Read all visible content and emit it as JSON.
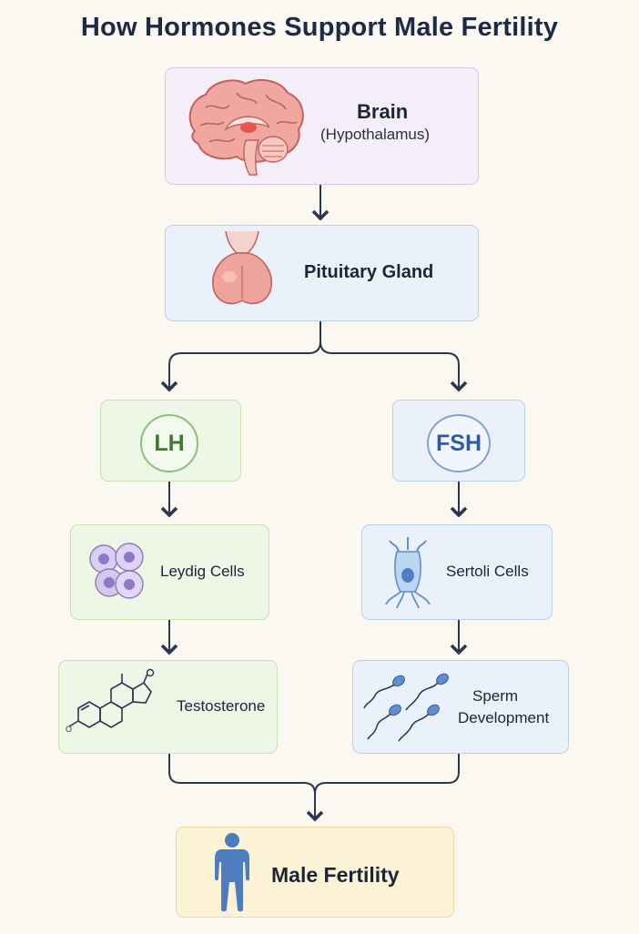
{
  "title": "How Hormones Support Male Fertility",
  "nodes": {
    "brain": {
      "label": "Brain",
      "sublabel": "(Hypothalamus)"
    },
    "pituitary": {
      "label": "Pituitary Gland"
    },
    "lh": {
      "label": "LH"
    },
    "fsh": {
      "label": "FSH"
    },
    "leydig": {
      "label": "Leydig Cells"
    },
    "sertoli": {
      "label": "Sertoli Cells"
    },
    "testosterone": {
      "label": "Testosterone"
    },
    "sperm": {
      "label_line1": "Sperm",
      "label_line2": "Development"
    },
    "fertility": {
      "label": "Male Fertility"
    }
  },
  "colors": {
    "connector": "#2b3650",
    "lh_text": "#3f7a2e",
    "fsh_text": "#2f5aa8",
    "title": "#1c2a45"
  }
}
